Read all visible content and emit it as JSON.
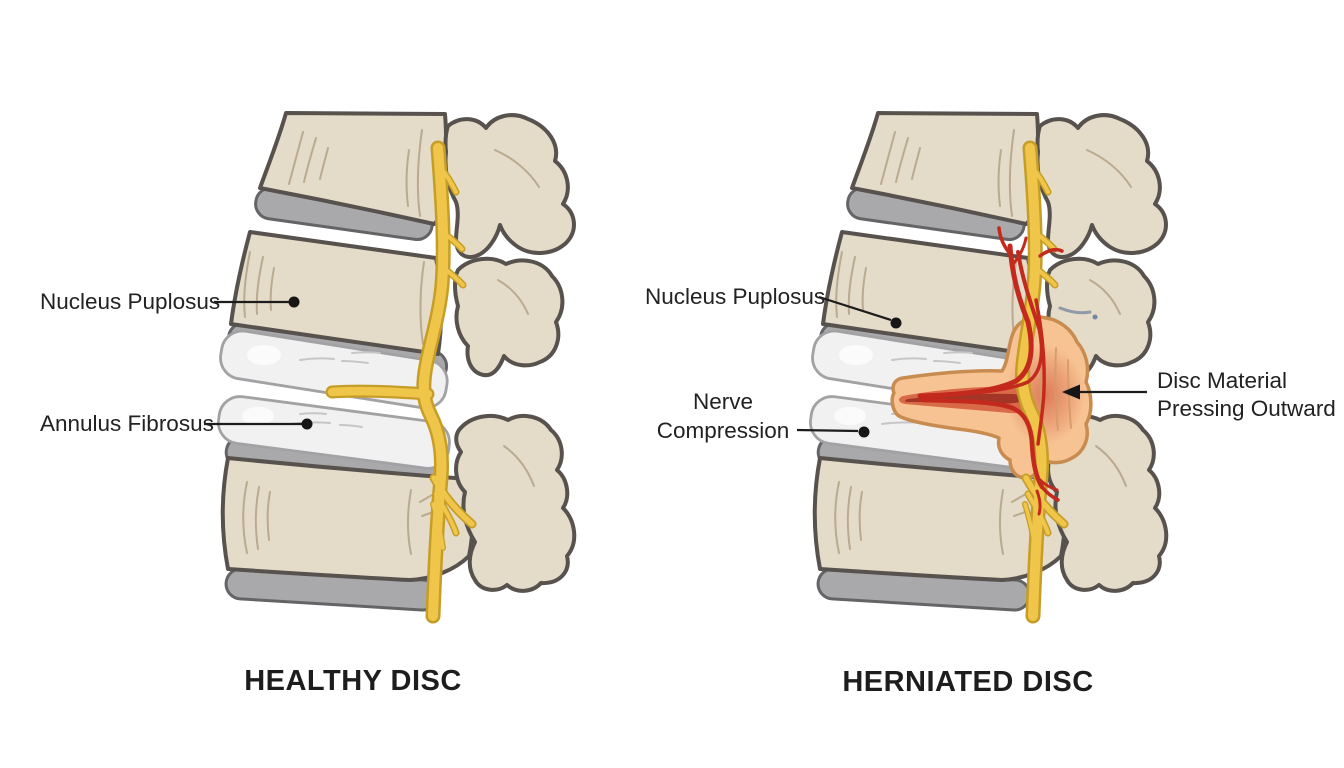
{
  "diagram": {
    "background": "#ffffff",
    "panels": {
      "healthy": {
        "title": "HEALTHY DISC",
        "labels": {
          "nucleus": "Nucleus Puplosus",
          "annulus": "Annulus Fibrosus"
        }
      },
      "herniated": {
        "title": "HERNIATED DISC",
        "labels": {
          "nucleus": "Nucleus Puplosus",
          "nerve_line1": "Nerve",
          "nerve_line2": "Compression",
          "material_line1": "Disc Material",
          "material_line2": "Pressing Outward"
        }
      }
    },
    "palette": {
      "bone": "#e4dbc8",
      "bone_outline": "#57524d",
      "endplate_gray": "#a9a9ab",
      "disc_white": "#f1f1f2",
      "nerve_yellow": "#f0c64a",
      "nerve_outline": "#c69d27",
      "inflamed_red": "#c32a1d",
      "hernia_peach": "#f7c392",
      "hernia_mid": "#d96a48",
      "hernia_core": "#a23526",
      "label_text": "#222222"
    }
  }
}
